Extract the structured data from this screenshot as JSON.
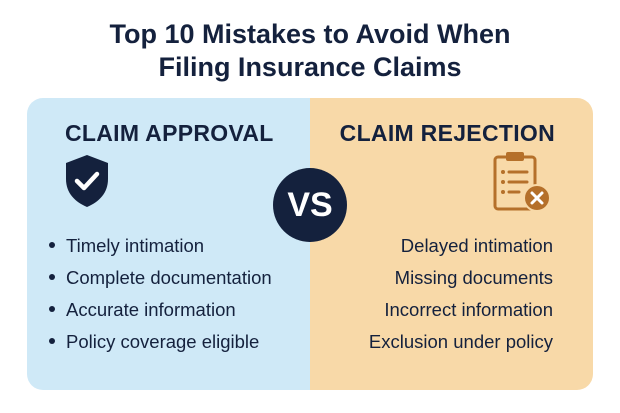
{
  "title": {
    "line1": "Top 10 Mistakes to Avoid When",
    "line2": "Filing Insurance Claims"
  },
  "approval": {
    "heading": "CLAIM APPROVAL",
    "icon": "shield-check-icon",
    "items": [
      "Timely intimation",
      "Complete documentation",
      "Accurate information",
      "Policy coverage eligible"
    ]
  },
  "rejection": {
    "heading": "CLAIM REJECTION",
    "icon": "clipboard-reject-icon",
    "items": [
      "Delayed intimation",
      "Missing documents",
      "Incorrect information",
      "Exclusion under policy"
    ]
  },
  "versus": {
    "label": "VS"
  },
  "colors": {
    "navy": "#14213d",
    "approval_bg": "#cfe9f7",
    "rejection_bg": "#f8d9a8",
    "clipboard_brown": "#b5702a"
  }
}
